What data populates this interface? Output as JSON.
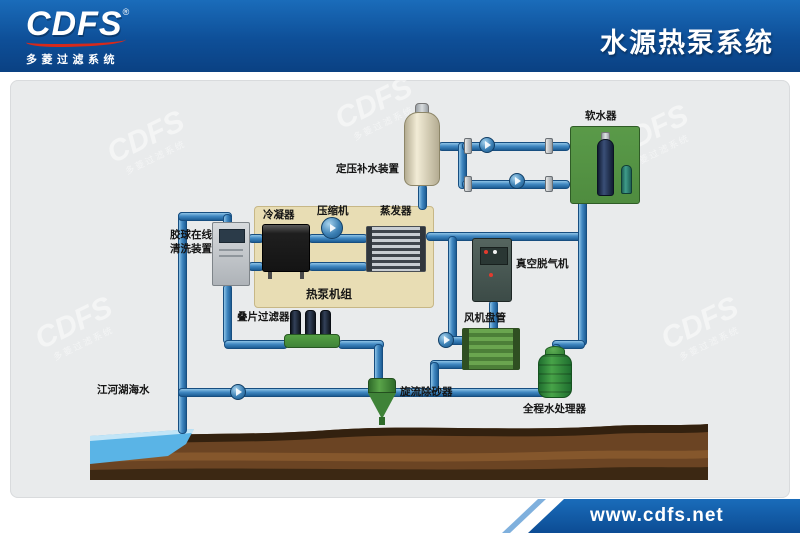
{
  "header": {
    "logo_text": "CDFS",
    "logo_reg": "®",
    "logo_subtitle": "多菱过滤系统",
    "title": "水源热泵系统"
  },
  "watermark": {
    "brand": "CDFS",
    "sub": "多菱过滤系统"
  },
  "diagram": {
    "labels": {
      "expansion_tank": "定压补水装置",
      "softener": "软水器",
      "ball_cleaning_line1": "胶球在线",
      "ball_cleaning_line2": "清洗装置",
      "condenser": "冷凝器",
      "compressor": "压缩机",
      "evaporator": "蒸发器",
      "heat_pump_unit": "热泵机组",
      "vacuum_degasser": "真空脱气机",
      "fan_coil": "风机盘管",
      "disc_filter": "叠片过滤器",
      "cyclone_sand_remover": "旋流除砂器",
      "water_processor": "全程水处理器",
      "source_water": "江河湖海水"
    }
  },
  "footer": {
    "url": "www.cdfs.net"
  },
  "colors": {
    "header_blue": "#0e4f98",
    "accent_red": "#d8291a",
    "pipe_blue": "#4289c2",
    "panel_beige": "#e8ddb4",
    "machine_green": "#4f8c3f",
    "ground_brown": "#6b4423",
    "water_blue": "#5ab4e6"
  }
}
